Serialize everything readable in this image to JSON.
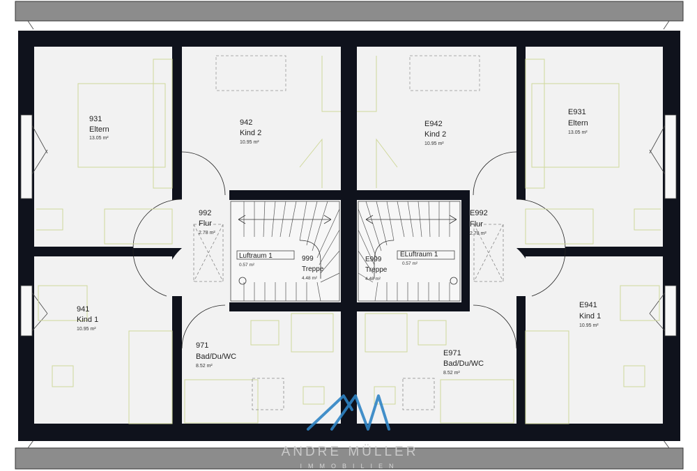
{
  "colors": {
    "wall": "#0f121c",
    "floor": "#f2f2f2",
    "furniture": "#cfd89a",
    "roof": "#8c8c8c",
    "logo": "#2f84c4"
  },
  "rooms": [
    {
      "id": "931",
      "num": "931",
      "name": "Eltern",
      "area": "13.05 m²"
    },
    {
      "id": "942",
      "num": "942",
      "name": "Kind 2",
      "area": "10.95 m²"
    },
    {
      "id": "e942",
      "num": "E942",
      "name": "Kind 2",
      "area": "10.95 m²"
    },
    {
      "id": "e931",
      "num": "E931",
      "name": "Eltern",
      "area": "13.05 m²"
    },
    {
      "id": "992",
      "num": "992",
      "name": "Flur",
      "area": "2.78 m²"
    },
    {
      "id": "e992",
      "num": "E992",
      "name": "Flur",
      "area": "2.78 m²"
    },
    {
      "id": "941",
      "num": "941",
      "name": "Kind 1",
      "area": "10.95 m²"
    },
    {
      "id": "e941",
      "num": "E941",
      "name": "Kind 1",
      "area": "10.95 m²"
    },
    {
      "id": "971",
      "num": "971",
      "name": "Bad/Du/WC",
      "area": "8.52 m²"
    },
    {
      "id": "e971",
      "num": "E971",
      "name": "Bad/Du/WC",
      "area": "8.52 m²"
    }
  ],
  "stairs": [
    {
      "id": "left",
      "luftraum": "Luftraum 1",
      "luftraum_area": "0.57 m²",
      "num": "999",
      "name": "Treppe",
      "area": "4.48 m²"
    },
    {
      "id": "right",
      "luftraum": "ELuftraum 1",
      "luftraum_area": "0.57 m²",
      "num": "E999",
      "name": "Treppe",
      "area": "4.48 m²"
    }
  ],
  "logo": {
    "name": "ANDRE MÜLLER",
    "sub": "IMMOBILIEN"
  }
}
